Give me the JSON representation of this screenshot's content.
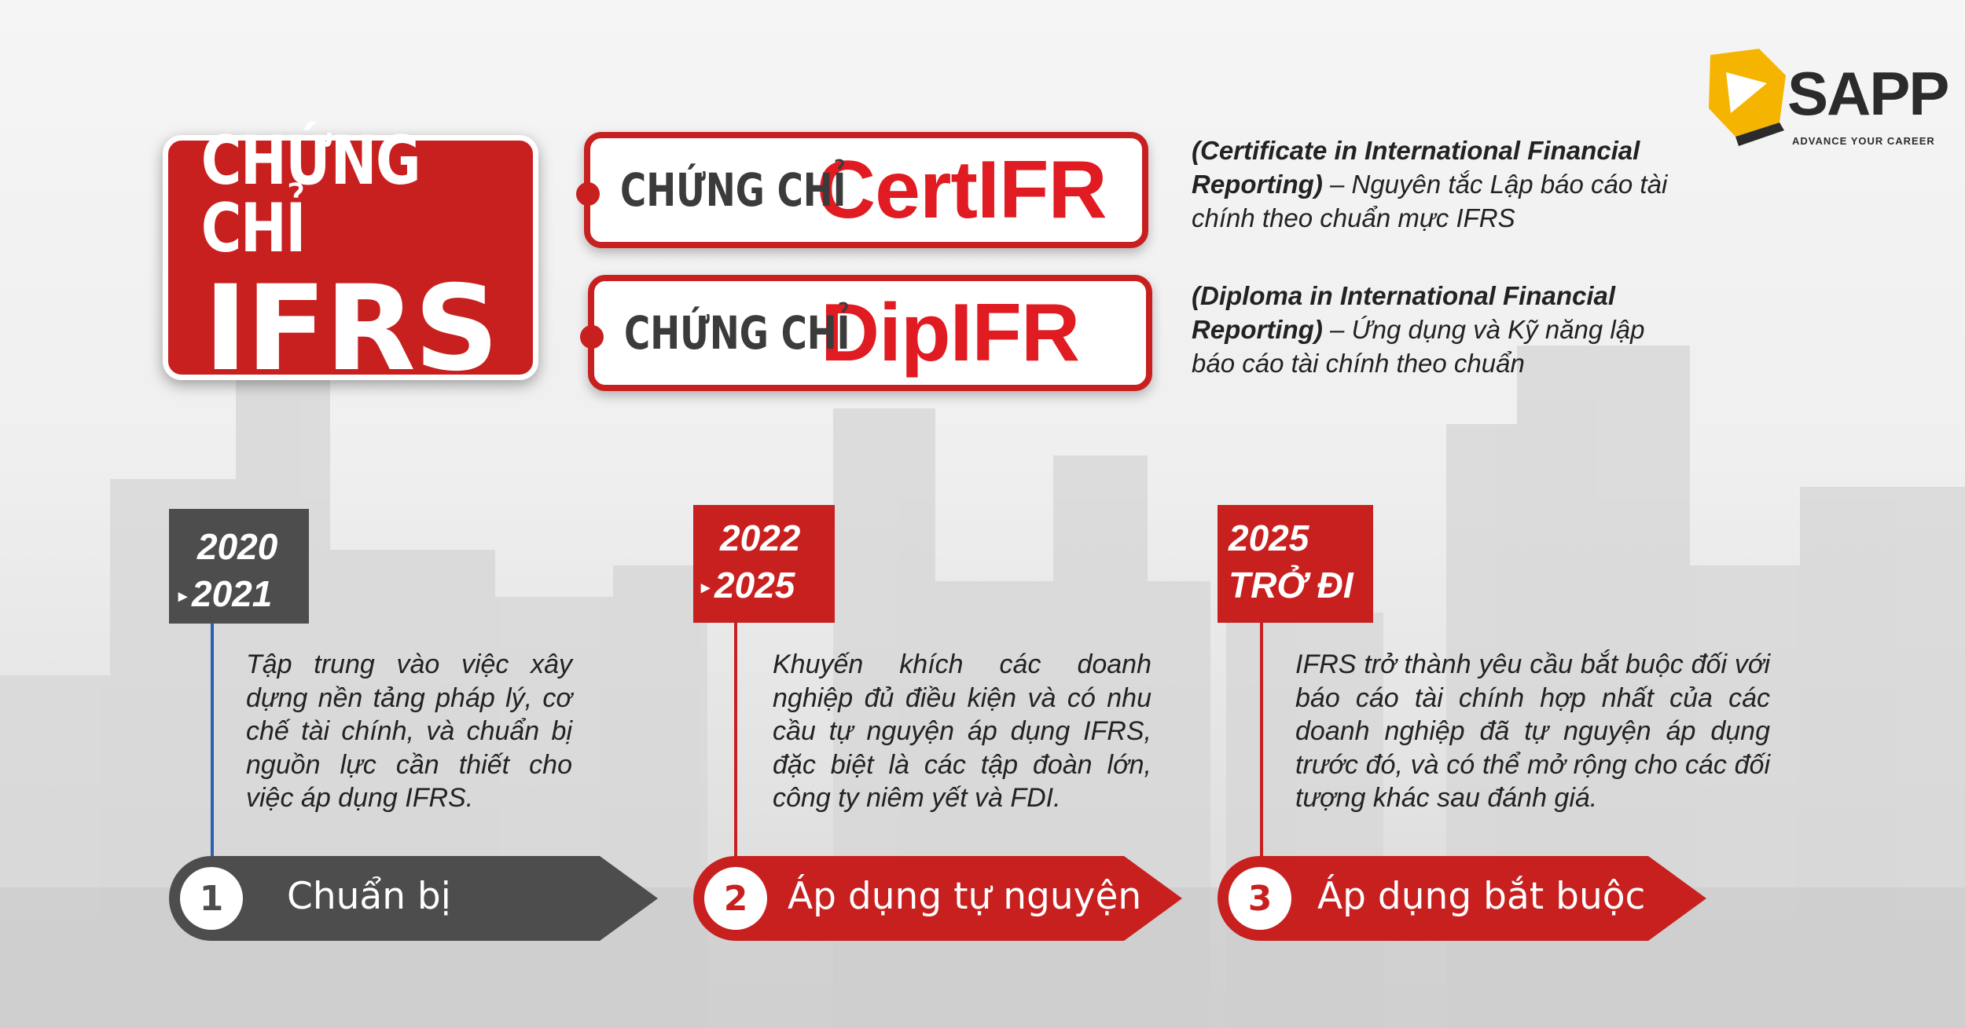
{
  "brand": {
    "name": "SAPP",
    "tagline": "ADVANCE YOUR CAREER",
    "colors": {
      "red": "#c8201f",
      "bright_red": "#e01b22",
      "dark_gray": "#4d4d4d"
    }
  },
  "main_badge": {
    "line1": "CHỨNG CHỈ",
    "line2": "IFRS"
  },
  "certificates": [
    {
      "prefix": "CHỨNG CHỈ",
      "name": "CertIFR",
      "desc_bold": "(Certificate in International Financial Reporting)",
      "desc_rest": " – Nguyên tắc Lập báo cáo tài chính theo chuẩn mực IFRS"
    },
    {
      "prefix": "CHỨNG CHỈ",
      "name": "DipIFR",
      "desc_bold": "(Diploma in International Financial Reporting)",
      "desc_rest": " – Ứng dụng và Kỹ năng lập báo cáo tài chính theo chuẩn"
    }
  ],
  "timeline": [
    {
      "year_line1": "2020",
      "year_line2": "2021",
      "marker": "▸",
      "text": "Tập trung vào việc xây dựng nền tảng pháp lý, cơ chế tài chính, và chuẩn bị nguồn lực cần thiết cho việc áp dụng IFRS.",
      "number": "1",
      "phase": "Chuẩn bị"
    },
    {
      "year_line1": "2022",
      "year_line2": "2025",
      "marker": "▸",
      "text": "Khuyến khích các doanh nghiệp đủ điều kiện và có nhu cầu tự nguyện áp dụng IFRS, đặc biệt là các tập đoàn lớn, công ty niêm yết và FDI.",
      "number": "2",
      "phase": "Áp dụng tự nguyện"
    },
    {
      "year_line1": "2025",
      "year_line2": "TRỞ ĐI",
      "marker": "",
      "text": "IFRS trở thành yêu cầu bắt buộc đối với báo cáo tài chính hợp nhất của các doanh nghiệp đã tự nguyện áp dụng trước đó, và có thể mở rộng cho các đối tượng khác sau đánh giá.",
      "number": "3",
      "phase": "Áp dụng bắt buộc"
    }
  ]
}
